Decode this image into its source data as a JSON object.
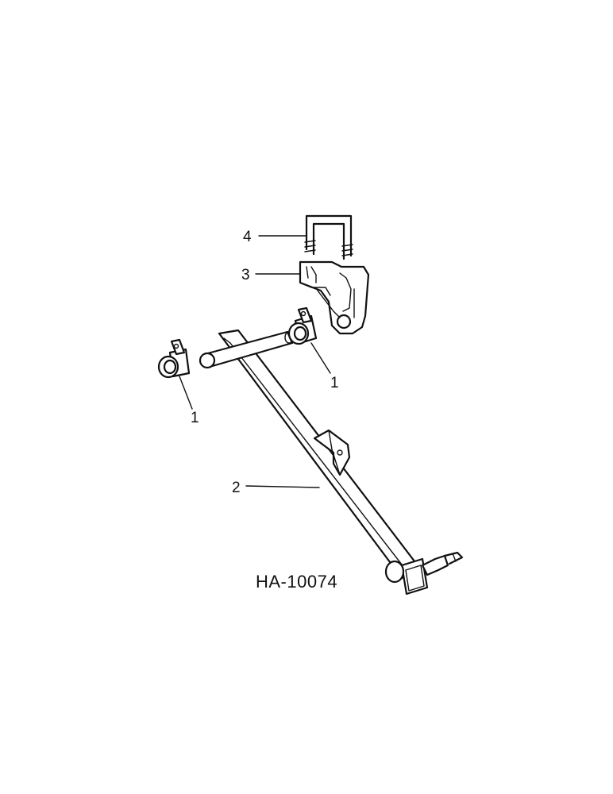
{
  "callouts": {
    "c1a": "1",
    "c1b": "1",
    "c2": "2",
    "c3": "3",
    "c4": "4"
  },
  "figure_code": "HA-10074"
}
